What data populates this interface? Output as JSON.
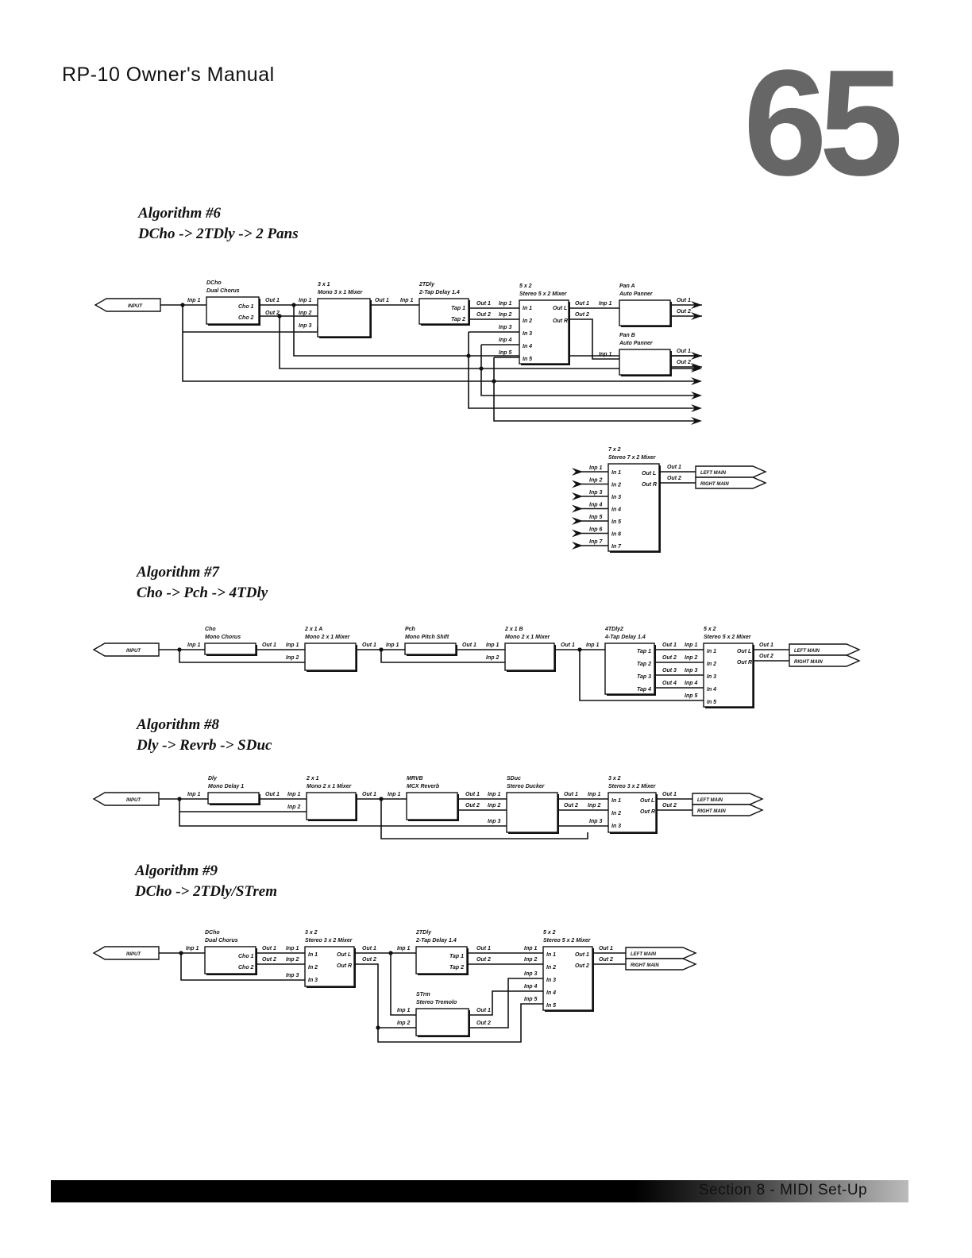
{
  "header": {
    "manual_title": "RP-10 Owner's Manual",
    "page_number": "65"
  },
  "footer": {
    "section": "Section 8 - MIDI Set-Up"
  },
  "algorithms": [
    {
      "title": "Algorithm #6",
      "subtitle": "DCho -> 2TDly -> 2 Pans"
    },
    {
      "title": "Algorithm #7",
      "subtitle": "Cho -> Pch -> 4TDly"
    },
    {
      "title": "Algorithm #8",
      "subtitle": "Dly -> Revrb -> SDuc"
    },
    {
      "title": "Algorithm #9",
      "subtitle": "DCho -> 2TDly/STrem"
    }
  ],
  "blocks": {
    "a6_dcho": {
      "name": "DCho",
      "desc": "Dual Chorus"
    },
    "a6_mix31": {
      "name": "3 x 1",
      "desc": "Mono 3 x 1 Mixer"
    },
    "a6_2tdly": {
      "name": "2TDly",
      "desc": "2-Tap Delay 1.4"
    },
    "a6_mix52": {
      "name": "5 x 2",
      "desc": "Stereo 5 x 2 Mixer"
    },
    "a6_pana": {
      "name": "Pan A",
      "desc": "Auto Panner"
    },
    "a6_panb": {
      "name": "Pan B",
      "desc": "Auto Panner"
    },
    "a6_mix72": {
      "name": "7 x 2",
      "desc": "Stereo 7 x 2 Mixer"
    },
    "a7_cho": {
      "name": "Cho",
      "desc": "Mono Chorus"
    },
    "a7_mix21a": {
      "name": "2 x 1 A",
      "desc": "Mono 2 x 1 Mixer"
    },
    "a7_pch": {
      "name": "Pch",
      "desc": "Mono Pitch Shift"
    },
    "a7_mix21b": {
      "name": "2 x 1 B",
      "desc": "Mono 2 x 1 Mixer"
    },
    "a7_4tdly": {
      "name": "4TDly2",
      "desc": "4-Tap Delay 1.4"
    },
    "a7_mix52": {
      "name": "5 x 2",
      "desc": "Stereo 5 x 2 Mixer"
    },
    "a8_dly": {
      "name": "Dly",
      "desc": "Mono Delay 1"
    },
    "a8_mix21": {
      "name": "2 x 1",
      "desc": "Mono 2 x 1 Mixer"
    },
    "a8_mrvb": {
      "name": "MRVB",
      "desc": "MCX Reverb"
    },
    "a8_sduc": {
      "name": "SDuc",
      "desc": "Stereo Ducker"
    },
    "a8_mix32": {
      "name": "3 x 2",
      "desc": "Stereo 3 x 2 Mixer"
    },
    "a9_dcho": {
      "name": "DCho",
      "desc": "Dual Chorus"
    },
    "a9_mix32": {
      "name": "3 x 2",
      "desc": "Stereo 3 x 2 Mixer"
    },
    "a9_2tdly": {
      "name": "2TDly",
      "desc": "2-Tap Delay 1.4"
    },
    "a9_strem": {
      "name": "STrm",
      "desc": "Stereo Tremolo"
    },
    "a9_mix52": {
      "name": "5 x 2",
      "desc": "Stereo 5 x 2 Mixer"
    }
  },
  "labels": {
    "input": "INPUT",
    "left_main": "LEFT MAIN",
    "right_main": "RIGHT MAIN",
    "inp1": "Inp 1",
    "inp2": "Inp 2",
    "inp3": "Inp 3",
    "inp4": "Inp 4",
    "inp5": "Inp 5",
    "inp6": "Inp 6",
    "inp7": "Inp 7",
    "out1": "Out 1",
    "out2": "Out 2",
    "out3": "Out 3",
    "out4": "Out 4",
    "cho1": "Cho 1",
    "cho2": "Cho 2",
    "tap1": "Tap 1",
    "tap2": "Tap 2",
    "tap3": "Tap 3",
    "tap4": "Tap 4",
    "in1": "In 1",
    "in2": "In 2",
    "in3": "In 3",
    "in4": "In 4",
    "in5": "In 5",
    "in6": "In 6",
    "in7": "In 7",
    "outl": "Out L",
    "outr": "Out R"
  }
}
